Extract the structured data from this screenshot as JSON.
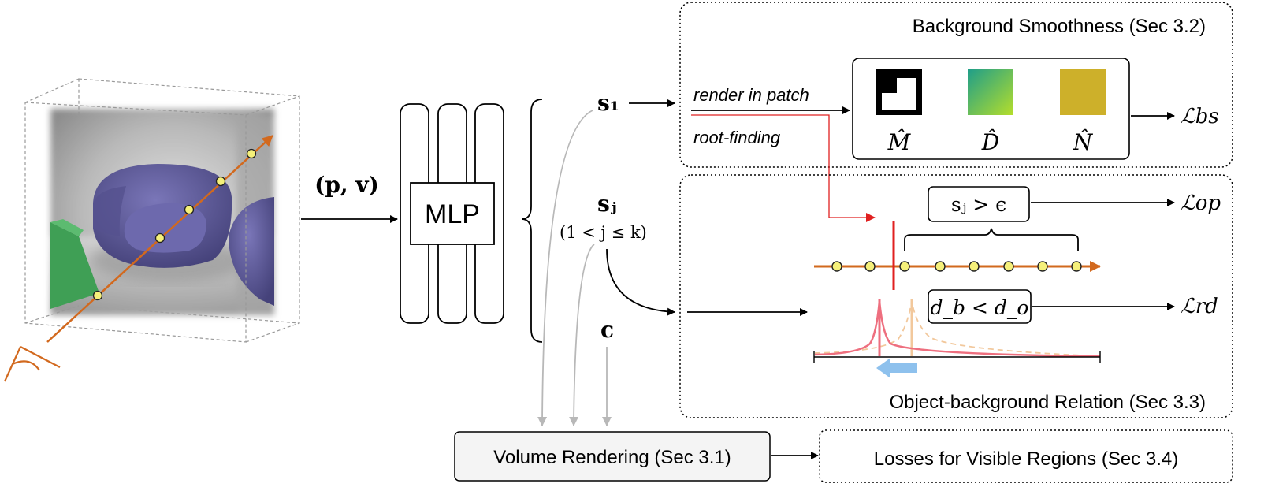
{
  "scene": {
    "input_label": "(p, v)",
    "mlp_label": "MLP"
  },
  "outputs": {
    "s1_label": "s₁",
    "sj_label": "sⱼ",
    "sj_range": "(1 < j ≤ k)",
    "c_label": "c"
  },
  "background_smoothness": {
    "title": "Background Smoothness (Sec 3.2)",
    "render_label": "render in patch",
    "root_label": "root-finding",
    "maps": [
      {
        "label": "M̂",
        "kind": "mask"
      },
      {
        "label": "D̂",
        "kind": "depth",
        "colors": [
          "#1f9e89",
          "#b5de2b"
        ]
      },
      {
        "label": "N̂",
        "kind": "normal",
        "color": "#cdb02a"
      }
    ],
    "loss_label": "ℒbs"
  },
  "object_background": {
    "title": "Object-background Relation (Sec 3.3)",
    "cond_opacity": "sⱼ > ϵ",
    "cond_depth": "d_b < d_o",
    "loss_op": "ℒop",
    "loss_rd": "ℒrd"
  },
  "volume_rendering": {
    "label": "Volume Rendering (Sec 3.1)"
  },
  "visible_losses": {
    "label": "Losses for Visible Regions (Sec 3.4)"
  },
  "colors": {
    "ray": "#d2691e",
    "sample_point": "#f5f07a",
    "red_line": "#e02020",
    "pink_curve": "#ee6f7f",
    "faint_curve": "#f2c89c",
    "gray_arrow": "#b8b8b8",
    "blue_arrow": "#7ab6ea",
    "sofa": "#5e5a9c",
    "cube": "#3f9f55"
  }
}
